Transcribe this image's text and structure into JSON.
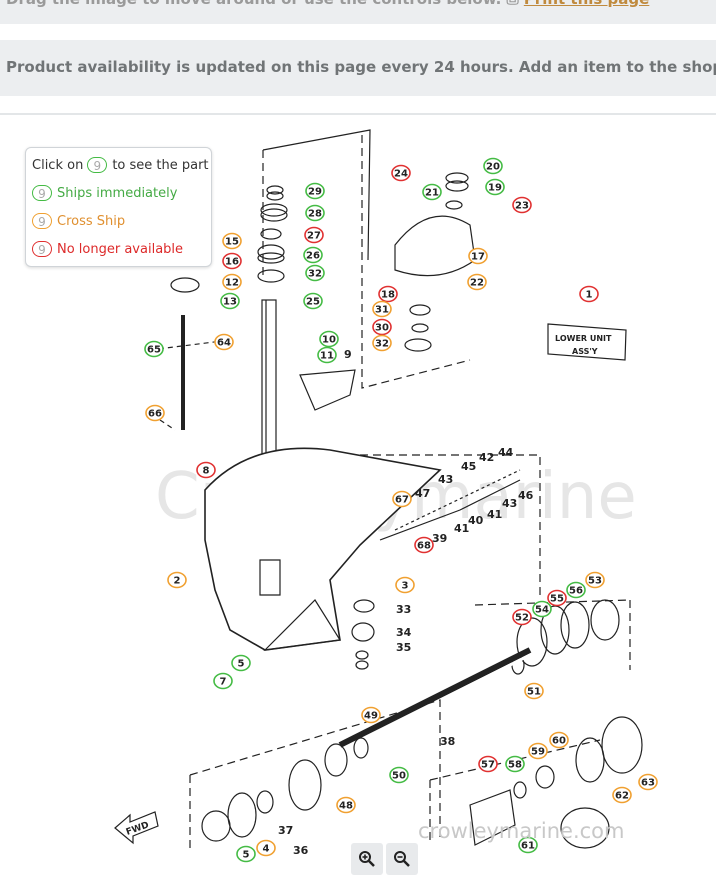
{
  "topbar": {
    "instruction": "Drag the image to move around or use the controls below.",
    "print_label": "Print this page"
  },
  "availability_notice": "Product availability is updated on this page every 24 hours. Add an item to the shopping cart",
  "legend": {
    "click_prefix": "Click on",
    "click_suffix": "to see the part",
    "sample_number": "9",
    "ships": "Ships immediately",
    "cross": "Cross Ship",
    "no_longer": "No longer available"
  },
  "diagram": {
    "watermark_center": "Crowleymarine",
    "watermark_bottom": "crowleymarine.com",
    "unit_label_line1": "LOWER UNIT",
    "unit_label_line2": "ASS'Y",
    "fwd_label": "FWD",
    "parts": [
      {
        "num": "29",
        "status": "green"
      },
      {
        "num": "28",
        "status": "green"
      },
      {
        "num": "27",
        "status": "red"
      },
      {
        "num": "26",
        "status": "green"
      },
      {
        "num": "32",
        "status": "green"
      },
      {
        "num": "25",
        "status": "green"
      },
      {
        "num": "15",
        "status": "orange"
      },
      {
        "num": "16",
        "status": "red"
      },
      {
        "num": "12",
        "status": "orange"
      },
      {
        "num": "13",
        "status": "green"
      },
      {
        "num": "24",
        "status": "red"
      },
      {
        "num": "20",
        "status": "green"
      },
      {
        "num": "21",
        "status": "green"
      },
      {
        "num": "19",
        "status": "green"
      },
      {
        "num": "23",
        "status": "red"
      },
      {
        "num": "17",
        "status": "orange"
      },
      {
        "num": "22",
        "status": "orange"
      },
      {
        "num": "18",
        "status": "red"
      },
      {
        "num": "31",
        "status": "orange"
      },
      {
        "num": "30",
        "status": "red"
      },
      {
        "num": "32",
        "status": "orange"
      },
      {
        "num": "1",
        "status": "red"
      },
      {
        "num": "10",
        "status": "green"
      },
      {
        "num": "11",
        "status": "green"
      },
      {
        "num": "65",
        "status": "green"
      },
      {
        "num": "64",
        "status": "orange"
      },
      {
        "num": "66",
        "status": "orange"
      },
      {
        "num": "8",
        "status": "red"
      },
      {
        "num": "67",
        "status": "orange"
      },
      {
        "num": "68",
        "status": "red"
      },
      {
        "num": "2",
        "status": "orange"
      },
      {
        "num": "3",
        "status": "orange"
      },
      {
        "num": "56",
        "status": "green"
      },
      {
        "num": "53",
        "status": "orange"
      },
      {
        "num": "55",
        "status": "red"
      },
      {
        "num": "54",
        "status": "green"
      },
      {
        "num": "52",
        "status": "red"
      },
      {
        "num": "51",
        "status": "orange"
      },
      {
        "num": "5",
        "status": "green"
      },
      {
        "num": "7",
        "status": "green"
      },
      {
        "num": "49",
        "status": "orange"
      },
      {
        "num": "50",
        "status": "green"
      },
      {
        "num": "60",
        "status": "orange"
      },
      {
        "num": "59",
        "status": "orange"
      },
      {
        "num": "58",
        "status": "green"
      },
      {
        "num": "57",
        "status": "red"
      },
      {
        "num": "63",
        "status": "orange"
      },
      {
        "num": "62",
        "status": "orange"
      },
      {
        "num": "48",
        "status": "orange"
      },
      {
        "num": "5",
        "status": "green"
      },
      {
        "num": "4",
        "status": "orange"
      },
      {
        "num": "61",
        "status": "green"
      }
    ],
    "plain_labels": [
      "9",
      "43",
      "45",
      "42",
      "44",
      "47",
      "46",
      "43",
      "41",
      "40",
      "41",
      "39",
      "33",
      "34",
      "35",
      "38",
      "37",
      "36"
    ]
  },
  "controls": {
    "zoom_in": "zoom-in",
    "zoom_out": "zoom-out"
  }
}
